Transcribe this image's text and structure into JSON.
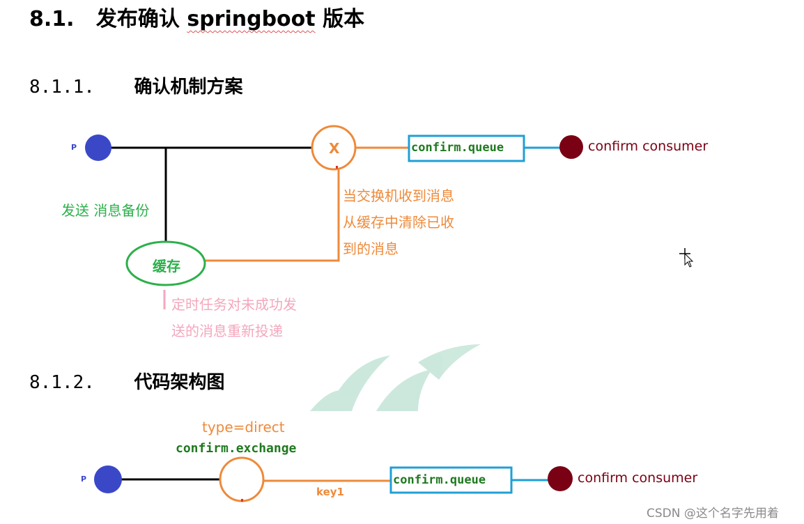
{
  "heading1": {
    "number": "8.1.",
    "prefix": "发布确认 ",
    "underlined": "springboot",
    "suffix": " 版本"
  },
  "section1": {
    "number": "8.1.1.",
    "title": "确认机制方案"
  },
  "section2": {
    "number": "8.1.2.",
    "title": "代码架构图"
  },
  "diagram1": {
    "producer": "P",
    "exchange": "X",
    "queue": "confirm.queue",
    "consumer": "confirm consumer",
    "send_backup": "发送 消息备份",
    "cache": "缓存",
    "confirm_note": [
      "当交换机收到消息",
      "从缓存中清除已收",
      "到的消息"
    ],
    "retry_note": [
      "定时任务对未成功发",
      "送的消息重新投递"
    ]
  },
  "diagram2": {
    "producer": "P",
    "exchange_type": "type=direct",
    "exchange_name": "confirm.exchange",
    "routing_key": "key1",
    "queue": "confirm.queue",
    "consumer": "confirm consumer"
  },
  "watermark": "CSDN @这个名字先用着",
  "colors": {
    "producer": "#3a48c8",
    "consumer": "#7a0014",
    "orange": "#ee8a3a",
    "queue_border": "#1f9fd6",
    "green": "#2bb04a",
    "pink": "#f4a7bd",
    "dark_green": "#1f7a1f"
  }
}
